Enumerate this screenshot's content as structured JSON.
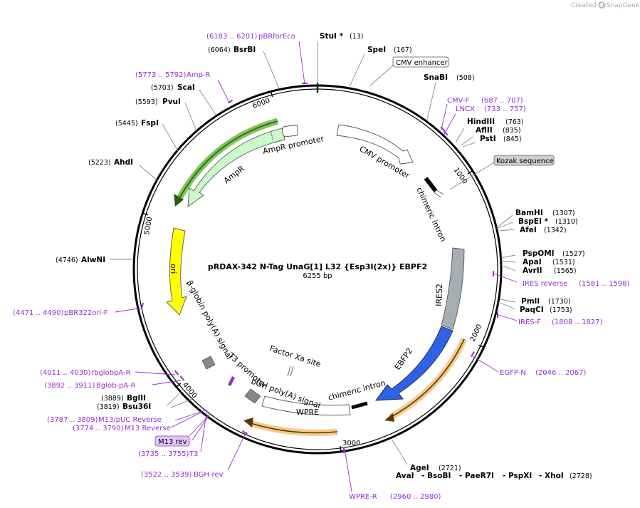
{
  "credit": {
    "prefix": "Created by",
    "brand": "SnapGene"
  },
  "plasmid": {
    "name": "pRDAX-342    N-Tag UnaG[1] L32 {Esp3I(2x)} EBPF2",
    "size": "6255 bp"
  },
  "ruler": [
    "1000",
    "2000",
    "3000",
    "4000",
    "5000",
    "6000"
  ],
  "sites": [
    {
      "id": "stui",
      "name": "StuI *",
      "pos": "(13)"
    },
    {
      "id": "spei",
      "name": "SpeI",
      "pos": "(167)"
    },
    {
      "id": "snabi",
      "name": "SnaBI",
      "pos": "(508)"
    },
    {
      "id": "hindiii",
      "name": "HindIII",
      "pos": "(763)"
    },
    {
      "id": "aflii",
      "name": "AflII",
      "pos": "(835)"
    },
    {
      "id": "psti",
      "name": "PstI",
      "pos": "(845)"
    },
    {
      "id": "bamhi",
      "name": "BamHI",
      "pos": "(1307)"
    },
    {
      "id": "bspei",
      "name": "BspEI *",
      "pos": "(1310)"
    },
    {
      "id": "afei",
      "name": "AfeI",
      "pos": "(1342)"
    },
    {
      "id": "psp",
      "name": "PspOMI",
      "pos": "(1527)"
    },
    {
      "id": "apai",
      "name": "ApaI",
      "pos": "(1531)"
    },
    {
      "id": "avrii",
      "name": "AvrII",
      "pos": "(1565)"
    },
    {
      "id": "pmli",
      "name": "PmlI",
      "pos": "(1730)"
    },
    {
      "id": "paqci",
      "name": "PaqCI",
      "pos": "(1753)"
    },
    {
      "id": "agei",
      "name": "AgeI",
      "pos": "(2721)"
    },
    {
      "id": "bglii",
      "name": "BglII",
      "pos": "(3889)"
    },
    {
      "id": "bsu36i",
      "name": "Bsu36I",
      "pos": "(3819)"
    },
    {
      "id": "alwni",
      "name": "AlwNI",
      "pos": "(4746)"
    },
    {
      "id": "ahdi",
      "name": "AhdI",
      "pos": "(5223)"
    },
    {
      "id": "fspi",
      "name": "FspI",
      "pos": "(5445)"
    },
    {
      "id": "pvui",
      "name": "PvuI",
      "pos": "(5593)"
    },
    {
      "id": "scai",
      "name": "ScaI",
      "pos": "(5703)"
    },
    {
      "id": "bsrbi",
      "name": "BsrBI",
      "pos": "(6064)"
    }
  ],
  "xhoi_group": {
    "names": [
      "AvaI",
      "- BsoBI",
      "- PaeR7I",
      "- PspXI",
      "- XhoI"
    ],
    "pos": "(2728)"
  },
  "primers": [
    {
      "id": "pbrforeco",
      "name": "pBRforEco",
      "range": "(6183 .. 6201)"
    },
    {
      "id": "ampr",
      "name": "Amp-R",
      "range": "(5773 .. 5792)"
    },
    {
      "id": "cmvf",
      "name": "CMV-F",
      "range": "(687 .. 707)"
    },
    {
      "id": "lncx",
      "name": "LNCX",
      "range": "(733 .. 757)"
    },
    {
      "id": "iresrev",
      "name": "IRES reverse",
      "range": "(1581 .. 1598)"
    },
    {
      "id": "iresf",
      "name": "IRES-F",
      "range": "(1808 .. 1827)"
    },
    {
      "id": "egfpn",
      "name": "EGFP-N",
      "range": "(2046 .. 2067)"
    },
    {
      "id": "wprer",
      "name": "WPRE-R",
      "range": "(2960 .. 2980)"
    },
    {
      "id": "bghrev",
      "name": "BGH-rev",
      "range": "(3522 .. 3539)"
    },
    {
      "id": "t3",
      "name": "T3",
      "range": "(3735 .. 3755)"
    },
    {
      "id": "m13rev",
      "name": "M13 Reverse",
      "range": "(3774 .. 3790)"
    },
    {
      "id": "m13puc",
      "name": "M13/pUC Reverse",
      "range": "(3787 .. 3809)"
    },
    {
      "id": "bglobpa",
      "name": "Bglob-pA-R",
      "range": "(3892 .. 3911)"
    },
    {
      "id": "rbglobpa",
      "name": "rbglobpA-R",
      "range": "(4011 .. 4030)"
    },
    {
      "id": "pbr322",
      "name": "pBR322ori-F",
      "range": "(4471 .. 4490)"
    }
  ],
  "outer_boxes": {
    "cmv_enhancer": "CMV enhancer",
    "kozak": "Kozak sequence",
    "m13rev_box": "M13 rev"
  },
  "features": {
    "cmv_promoter": "CMV promoter",
    "chimeric_intron_top": "chimeric intron",
    "ires2": "IRES2",
    "ebfp2": "EBFP2",
    "chimeric_intron_bottom": "chimeric intron",
    "wpre": "WPRE",
    "bgh": "bGH poly(A) signal",
    "factor_xa": "Factor Xa site",
    "t3_promoter": "T3 promoter",
    "beta_globin": "β-globin poly(A) signal",
    "ori": "ori",
    "ampr": "AmpR",
    "ampr_promoter": "AmpR promoter"
  },
  "colors": {
    "ires2": "#a6adb5",
    "ebfp2": "#2f62e8",
    "ori": "#ffff00",
    "ampr": "#ccf8cc",
    "highlight_orange": "#f5c98a",
    "highlight_green": "#7ec35a",
    "primer": "#9a2bd1"
  }
}
